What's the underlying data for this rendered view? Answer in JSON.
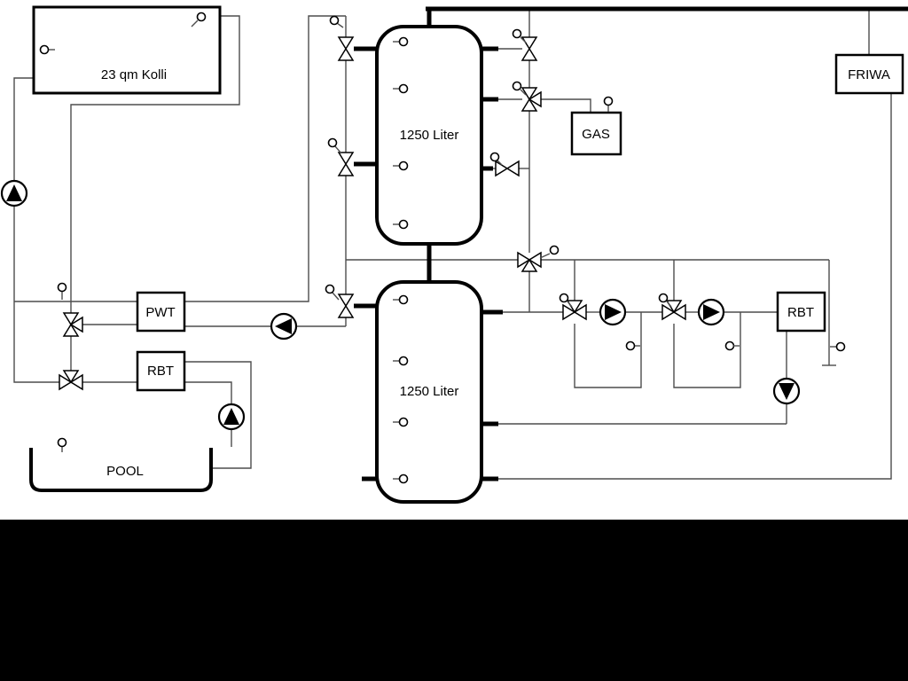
{
  "labels": {
    "collector": "23 qm Kolli",
    "tank_top": "1250 Liter",
    "tank_bottom": "1250 Liter",
    "gas": "GAS",
    "friwa": "FRIWA",
    "pwt": "PWT",
    "rbt_left": "RBT",
    "rbt_right": "RBT",
    "pool": "POOL"
  },
  "icons": {
    "pump": "circle with filled directional triangle",
    "valve": "bowtie two-triangle valve",
    "three_way_valve": "three-triangle mixing valve",
    "sensor": "small circle temperature probe"
  },
  "colors": {
    "background": "#ffffff",
    "letterbox": "#000000",
    "line_thick": "#000000",
    "line_thin": "#4d4d4d"
  }
}
